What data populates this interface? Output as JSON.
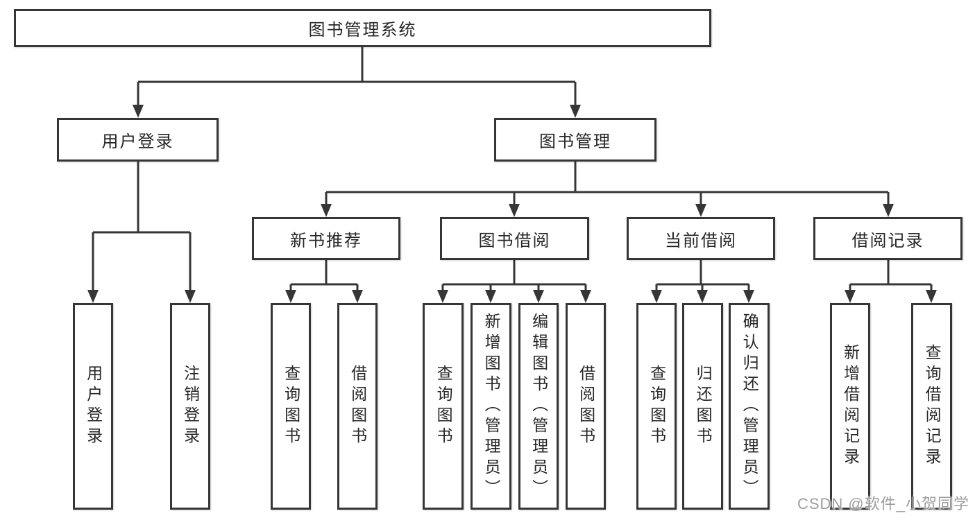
{
  "page": {
    "watermark": "CSDN @软件_小贺同学"
  },
  "colors": {
    "background": "#ffffff",
    "box_border": "#363636",
    "box_fill": "#ffffff",
    "line": "#363636",
    "text": "#262626",
    "watermark_text": "#9c9c9c"
  },
  "tree": {
    "root": "图书管理系统",
    "branches": [
      {
        "label": "用户登录",
        "leaves": [
          "用户登录",
          "注销登录"
        ]
      },
      {
        "label": "图书管理",
        "groups": [
          {
            "label": "新书推荐",
            "leaves": [
              "查询图书",
              "借阅图书"
            ]
          },
          {
            "label": "图书借阅",
            "leaves": [
              "查询图书",
              "新增图书（管理员）",
              "编辑图书（管理员）",
              "借阅图书"
            ]
          },
          {
            "label": "当前借阅",
            "leaves": [
              "查询图书",
              "归还图书",
              "确认归还（管理员）"
            ]
          },
          {
            "label": "借阅记录",
            "leaves": [
              "新增借阅记录",
              "查询借阅记录"
            ]
          }
        ]
      }
    ]
  }
}
